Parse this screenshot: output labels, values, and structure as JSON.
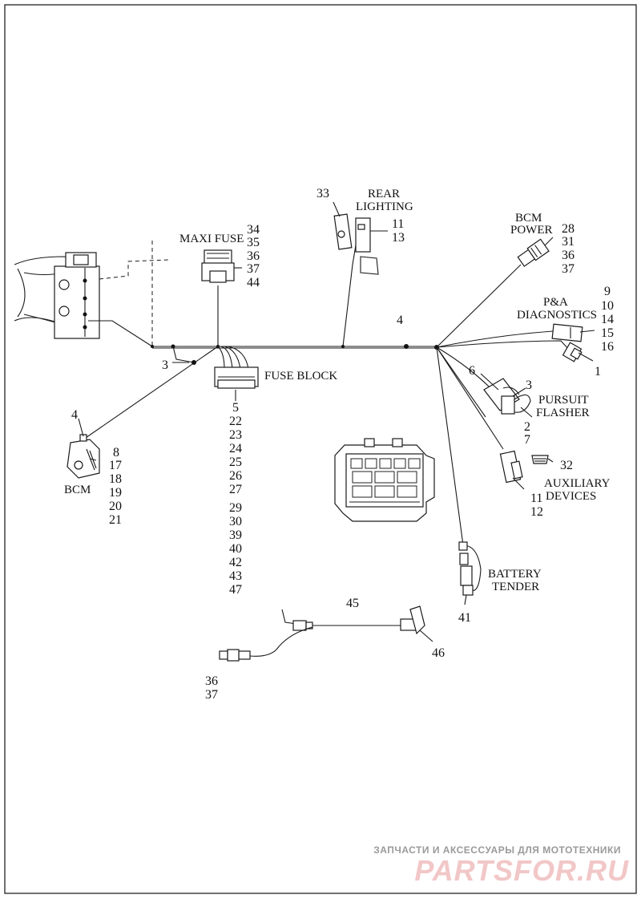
{
  "labels": {
    "maxi_fuse": "MAXI FUSE",
    "rear": "REAR",
    "lighting": "LIGHTING",
    "bcm_top": "BCM",
    "power": "POWER",
    "pa": "P&A",
    "diagnostics": "DIAGNOSTICS",
    "pursuit": "PURSUIT",
    "flasher": "FLASHER",
    "auxiliary": "AUXILIARY",
    "devices": "DEVICES",
    "battery": "BATTERY",
    "tender": "TENDER",
    "fuse_block": "FUSE BLOCK",
    "bcm": "BCM"
  },
  "callouts": {
    "c33": "33",
    "rear_lighting_nums": [
      "11",
      "13"
    ],
    "maxi_fuse_nums": [
      "34",
      "35",
      "36",
      "37",
      "44"
    ],
    "bcm_power_nums": [
      "28",
      "31",
      "36",
      "37"
    ],
    "pa_nums": [
      "9",
      "10",
      "14",
      "15",
      "16"
    ],
    "c1": "1",
    "c4_main": "4",
    "c3_left": "3",
    "c4_bcm": "4",
    "bcm_nums": [
      "8",
      "17",
      "18",
      "19",
      "20",
      "21"
    ],
    "fuse_block_nums": [
      "5",
      "22",
      "23",
      "24",
      "25",
      "26",
      "27",
      "29",
      "30",
      "39",
      "40",
      "42",
      "43",
      "47"
    ],
    "c6": "6",
    "c3_flasher": "3",
    "flasher_nums": [
      "2",
      "7"
    ],
    "c32": "32",
    "aux_nums": [
      "11",
      "12"
    ],
    "c41": "41",
    "c45": "45",
    "c46": "46",
    "bottom_nums": [
      "36",
      "37"
    ]
  },
  "watermark": {
    "line1": "ЗАПЧАСТИ И АКСЕССУАРЫ ДЛЯ МОТОТЕХНИКИ",
    "line2": "PARTSFOR.RU"
  }
}
